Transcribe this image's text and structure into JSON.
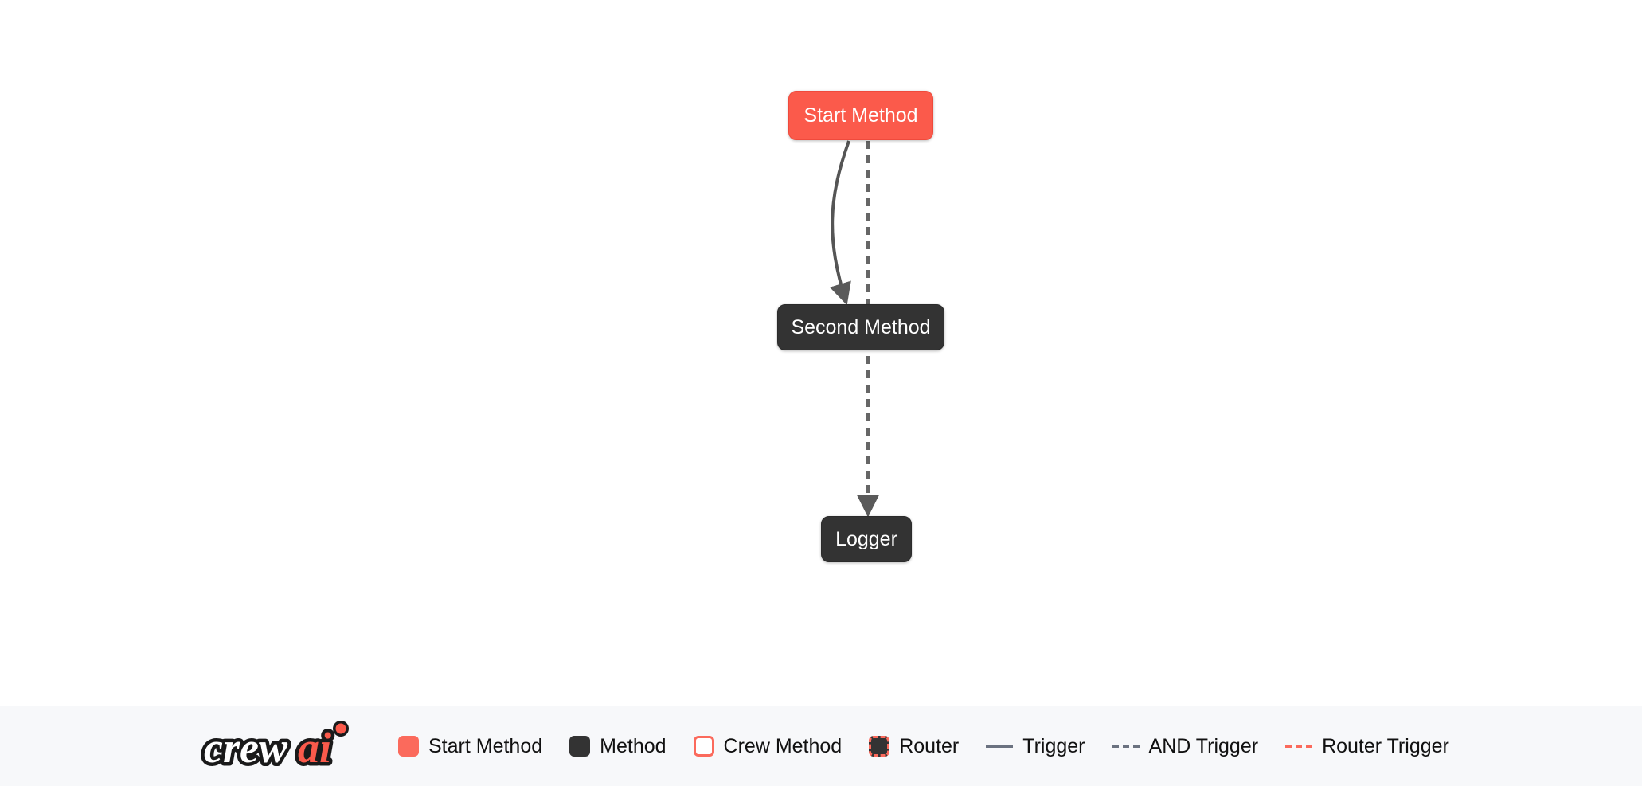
{
  "flow": {
    "nodes": [
      {
        "id": "start-method",
        "label": "Start Method",
        "type": "start"
      },
      {
        "id": "second-method",
        "label": "Second Method",
        "type": "method"
      },
      {
        "id": "logger",
        "label": "Logger",
        "type": "method"
      }
    ],
    "edges": [
      {
        "from": "start-method",
        "to": "second-method",
        "style": "solid"
      },
      {
        "from": "start-method",
        "to": "logger",
        "style": "dashed"
      }
    ]
  },
  "legend": {
    "brand": {
      "name": "crewai",
      "word_primary": "crew",
      "word_accent": "ai",
      "accent_color": "#fb5a4b",
      "primary_color": "#ffffff",
      "outline_color": "#1a1a1a"
    },
    "items": [
      {
        "label": "Start Method",
        "swatch": "filled-red-square",
        "color": "#fb6a5c"
      },
      {
        "label": "Method",
        "swatch": "filled-dark-square",
        "color": "#333333"
      },
      {
        "label": "Crew Method",
        "swatch": "outlined-red-square",
        "color": "#fb6a5c"
      },
      {
        "label": "Router",
        "swatch": "dashed-outline-square",
        "color": "#fb6a5c"
      },
      {
        "label": "Trigger",
        "swatch": "solid-gray-line",
        "color": "#6b7280"
      },
      {
        "label": "AND Trigger",
        "swatch": "dashed-gray-line",
        "color": "#6b7280"
      },
      {
        "label": "Router Trigger",
        "swatch": "dashed-red-line",
        "color": "#fb6a5c"
      }
    ]
  },
  "colors": {
    "background": "#ffffff",
    "footer_background": "#f7f8fa",
    "node_start": "#fb5a4b",
    "node_method": "#333333",
    "edge_gray": "#555555",
    "accent_red": "#fb6a5c"
  }
}
